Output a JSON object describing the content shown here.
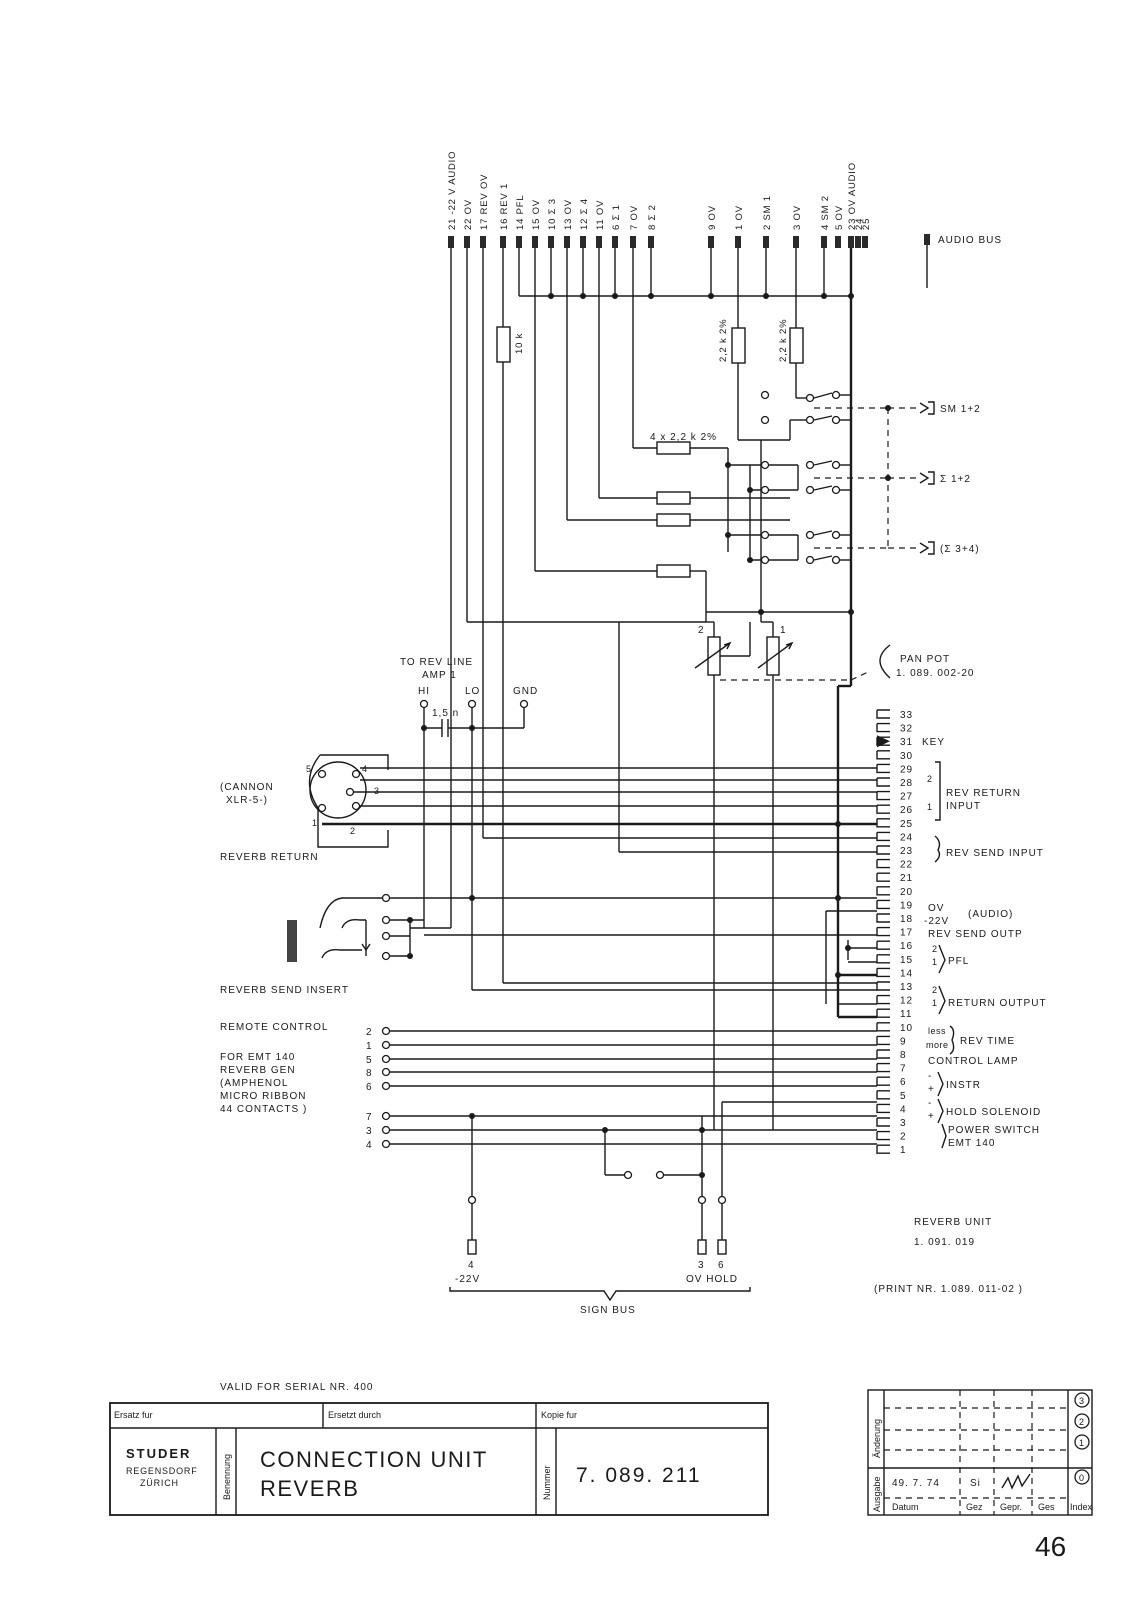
{
  "audio_bus": {
    "pins": [
      {
        "num": "21",
        "label": "-22 V AUDIO"
      },
      {
        "num": "22",
        "label": "OV"
      },
      {
        "num": "17",
        "label": "REV OV"
      },
      {
        "num": "16",
        "label": "REV 1"
      },
      {
        "num": "14",
        "label": "PFL"
      },
      {
        "num": "15",
        "label": "OV"
      },
      {
        "num": "10",
        "label": "Σ 3"
      },
      {
        "num": "13",
        "label": "OV"
      },
      {
        "num": "12",
        "label": "Σ 4"
      },
      {
        "num": "11",
        "label": "OV"
      },
      {
        "num": "6",
        "label": "Σ 1"
      },
      {
        "num": "7",
        "label": "OV"
      },
      {
        "num": "8",
        "label": "Σ 2"
      },
      {
        "num": "9",
        "label": "OV"
      },
      {
        "num": "1",
        "label": "OV"
      },
      {
        "num": "2",
        "label": "SM 1"
      },
      {
        "num": "3",
        "label": "OV"
      },
      {
        "num": "4",
        "label": "SM 2"
      },
      {
        "num": "5",
        "label": "OV"
      },
      {
        "num": "23",
        "label": "OV AUDIO"
      },
      {
        "num": "24",
        "label": ""
      },
      {
        "num": "25",
        "label": ""
      }
    ],
    "legend": "AUDIO BUS"
  },
  "components": {
    "r_10k": "10 k",
    "r_sm1": "2,2 k 2%",
    "r_sm2": "2,2 k 2%",
    "r_4x": "4 x 2,2 k 2%",
    "cap": "1,5 n",
    "pot1": "1",
    "pot2": "2"
  },
  "switches": {
    "sm": "SM 1+2",
    "sigma12": "Σ 1+2",
    "sigma34": "(Σ 3+4)"
  },
  "pan_pot": {
    "title": "PAN POT",
    "part": "1. 089. 002-20"
  },
  "rev_line": {
    "title": "TO REV LINE",
    "sub": "AMP 1",
    "hi": "HI",
    "lo": "LO",
    "gnd": "GND"
  },
  "xlr": {
    "name": "(CANNON",
    "name2": "XLR-5-)",
    "caption": "REVERB RETURN",
    "pins": [
      "5",
      "4",
      "3",
      "1",
      "2"
    ]
  },
  "send_insert": "REVERB SEND INSERT",
  "remote": {
    "title": "REMOTE CONTROL",
    "desc": [
      "FOR EMT 140",
      "REVERB GEN",
      "(AMPHENOL",
      "MICRO RIBBON",
      "44 CONTACTS )"
    ],
    "contacts": [
      "2",
      "1",
      "5",
      "8",
      "6",
      "7",
      "3",
      "4"
    ]
  },
  "connector": {
    "pins": [
      "33",
      "32",
      "31",
      "30",
      "29",
      "28",
      "27",
      "26",
      "25",
      "24",
      "23",
      "22",
      "21",
      "20",
      "19",
      "18",
      "17",
      "16",
      "15",
      "14",
      "13",
      "12",
      "11",
      "10",
      "9",
      "8",
      "7",
      "6",
      "5",
      "4",
      "3",
      "2",
      "1"
    ],
    "key": "KEY",
    "labels": {
      "rev_return": "REV RETURN",
      "rev_return2": "INPUT",
      "rr_2": "2",
      "rr_1": "1",
      "rev_send_input": "REV SEND INPUT",
      "ov": "OV",
      "m22v": "-22V",
      "audio": "(AUDIO)",
      "send_outp": "REV SEND OUTP",
      "pfl_2": "2",
      "pfl_1": "1",
      "pfl": "PFL",
      "ro_2": "2",
      "ro_1": "1",
      "return_output": "RETURN OUTPUT",
      "less": "less",
      "more": "more",
      "rev_time": "REV TIME",
      "control_lamp": "CONTROL LAMP",
      "instr_minus": "-",
      "instr_plus": "+",
      "instr": "INSTR",
      "hold_minus": "-",
      "hold_plus": "+",
      "hold": "HOLD SOLENOID",
      "power": "POWER SWITCH",
      "emt": "EMT 140"
    },
    "unit_title": "REVERB UNIT",
    "unit_num": "1. 091. 019"
  },
  "sign_bus": {
    "pins": [
      {
        "num": "4",
        "label": "-22V"
      },
      {
        "num": "3",
        "label": ""
      },
      {
        "num": "6",
        "label": ""
      }
    ],
    "hold_label": "OV  HOLD",
    "caption": "SIGN BUS"
  },
  "print_nr": "(PRINT  NR.  1.089. 011-02 )",
  "valid": "VALID  FOR  SERIAL  NR. 400",
  "title_block": {
    "ersatz_fur": "Ersatz fur",
    "ersetzt_durch": "Ersetzt durch",
    "kopie_fur": "Kopie fur",
    "brand": "STUDER",
    "city1": "REGENSDORF",
    "city2": "ZÜRICH",
    "benennung": "Benennung",
    "title1": "CONNECTION  UNIT",
    "title2": "REVERB",
    "nummer": "Nummer",
    "number": "7. 089. 211",
    "anderung": "Änderung",
    "ausgabe": "Ausgabe",
    "date": "49. 7. 74",
    "gez": "Si",
    "rev_marks": [
      "3",
      "2",
      "1",
      "0"
    ],
    "cols": [
      "Datum",
      "Gez",
      "Gepr.",
      "Ges",
      "Index"
    ]
  },
  "page_number": "46"
}
